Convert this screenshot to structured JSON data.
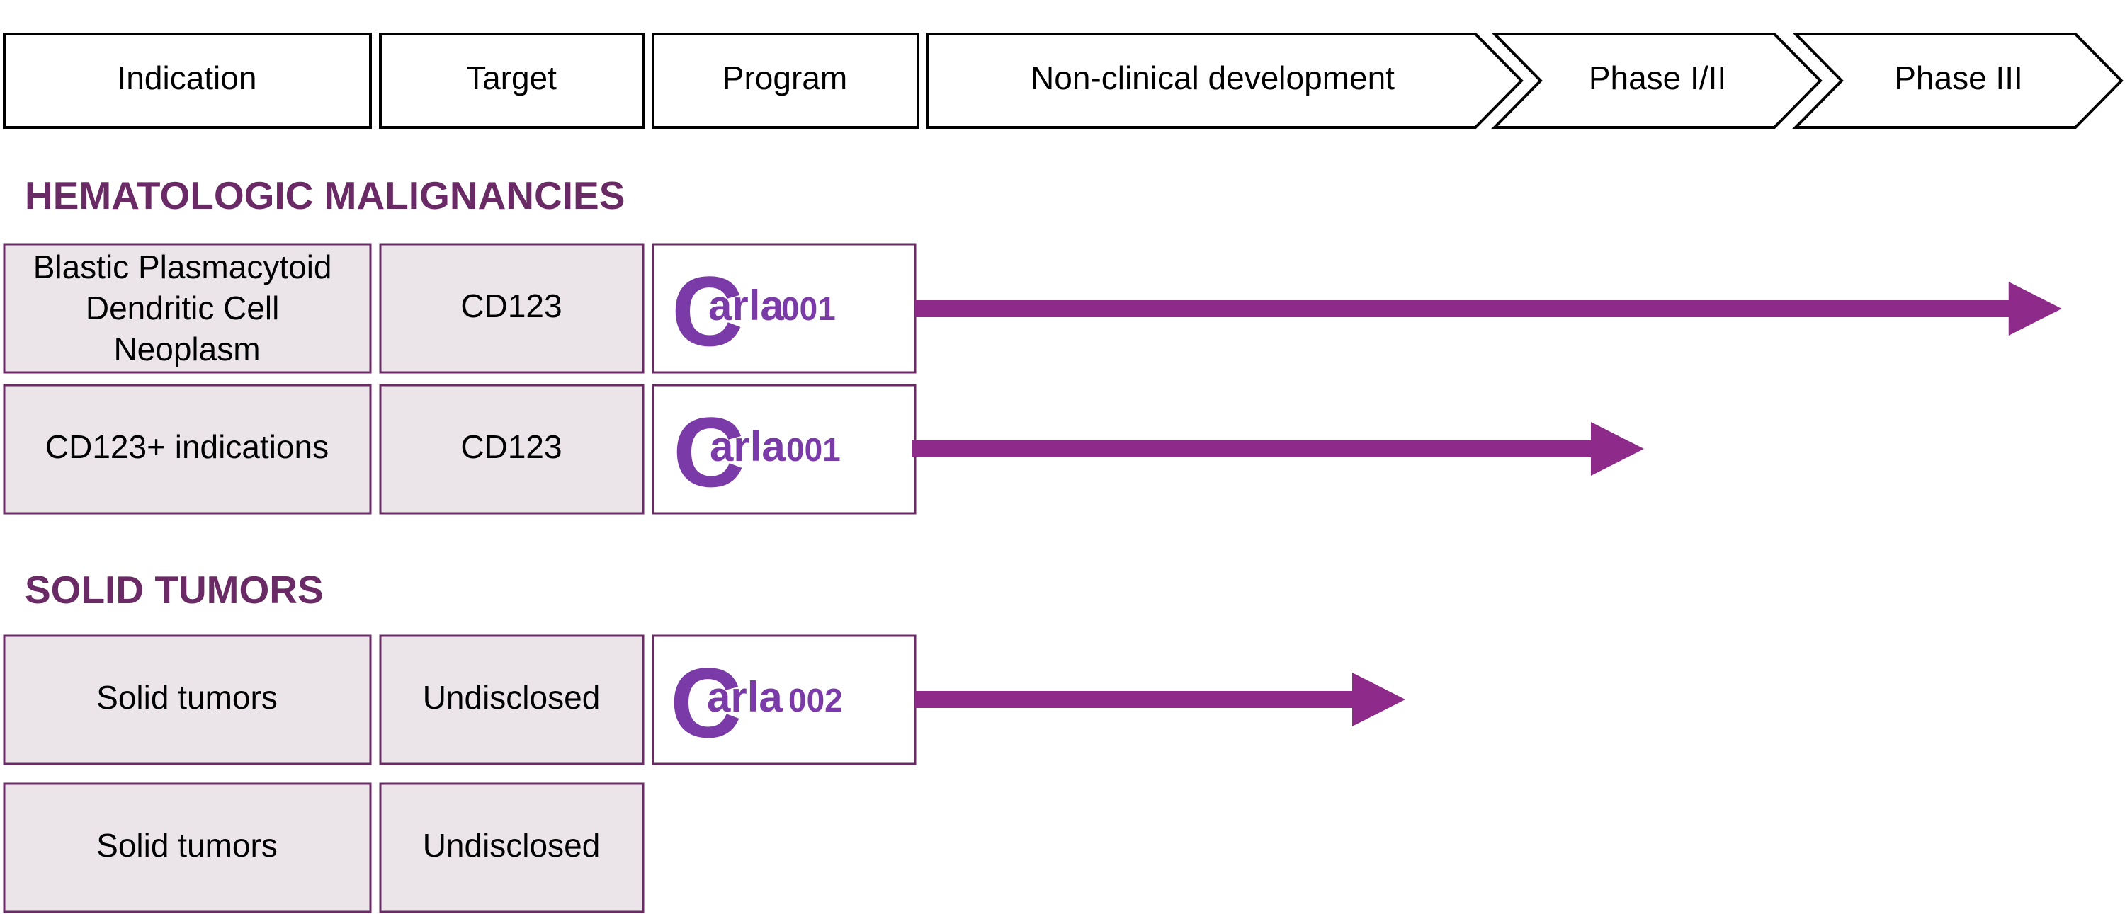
{
  "colors": {
    "section_title": "#6a2a65",
    "cell_fill": "#ebe5ea",
    "cell_border": "#6a2a65",
    "arrow": "#8e2a8a",
    "logo": "#7a3aa8",
    "header_border": "#000000"
  },
  "header": {
    "indication": "Indication",
    "target": "Target",
    "program": "Program",
    "phases": [
      {
        "label": "Non-clinical development"
      },
      {
        "label": "Phase I/II"
      },
      {
        "label": "Phase III"
      }
    ]
  },
  "sections": {
    "hematologic": {
      "title": "HEMATOLOGIC MALIGNANCIES",
      "rows": [
        {
          "indication_lines": [
            "Blastic Plasmacytoid",
            "Dendritic Cell",
            "Neoplasm"
          ],
          "target": "CD123",
          "program": {
            "c": "C",
            "arla": "arla",
            "num": "001"
          },
          "progress": 0.95
        },
        {
          "indication_lines": [
            "CD123+ indications"
          ],
          "target": "CD123",
          "program": {
            "c": "C",
            "arla": "arla",
            "num": "001"
          },
          "progress": 0.6
        }
      ]
    },
    "solid": {
      "title": "SOLID TUMORS",
      "rows": [
        {
          "indication_lines": [
            "Solid tumors"
          ],
          "target": "Undisclosed",
          "program": {
            "c": "C",
            "arla": "arla",
            "num": "002"
          },
          "progress": 0.4
        },
        {
          "indication_lines": [
            "Solid tumors"
          ],
          "target": "Undisclosed"
        }
      ]
    }
  }
}
